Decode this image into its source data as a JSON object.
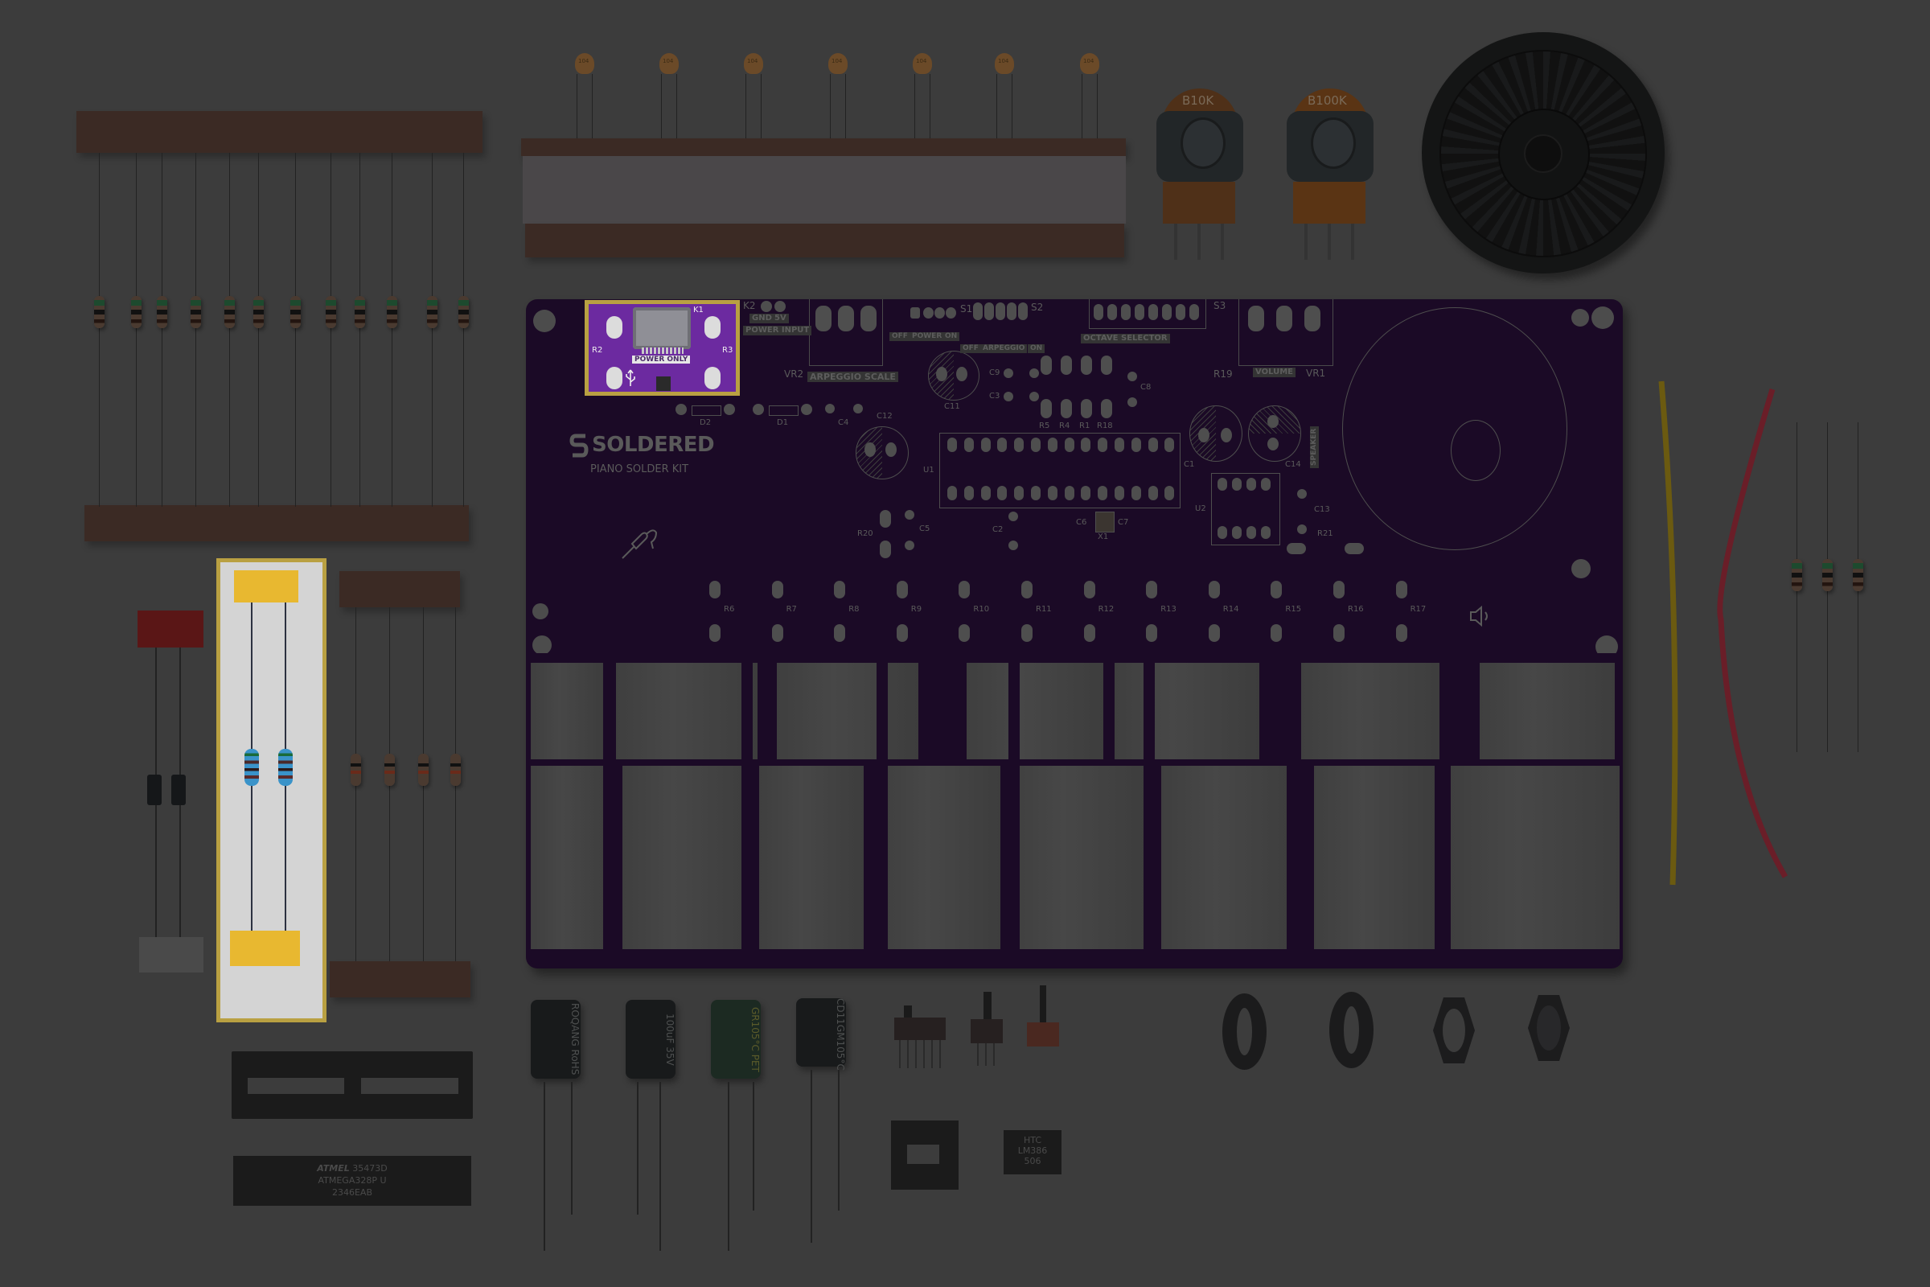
{
  "scene": {
    "background": "#3c3c3c",
    "highlight_color": "#b9a042",
    "pcb_color": "#1b0a26",
    "pcb_active_color": "#6c2aa0"
  },
  "pcb": {
    "brand": "SOLDERED",
    "product": "PIANO SOLDER KIT",
    "usb_section": {
      "label": "POWER ONLY",
      "r_left": "R2",
      "r_right": "R3",
      "k1": "K1"
    },
    "labels": {
      "k2": "K2",
      "gnd": "GND",
      "v5": "5V",
      "power_input": "POWER INPUT",
      "arpeggio_scale": "ARPEGGIO SCALE",
      "vr2": "VR2",
      "s1": "S1",
      "s2": "S2",
      "s3": "S3",
      "off1": "OFF",
      "power": "POWER",
      "on1": "ON",
      "off2": "OFF",
      "arpeggio": "ARPEGGIO",
      "on2": "ON",
      "octave_selector": "OCTAVE SELECTOR",
      "volume": "VOLUME",
      "vr1": "VR1",
      "speaker": "SPEAKER",
      "d1": "D1",
      "d2": "D2",
      "c4": "C4",
      "c12": "C12",
      "c11": "C11",
      "c9": "C9",
      "c3": "C3",
      "c8": "C8",
      "r5": "R5",
      "r4": "R4",
      "r1": "R1",
      "r18": "R18",
      "r19": "R19",
      "c1": "C1",
      "c14": "C14",
      "u1": "U1",
      "u2": "U2",
      "c13": "C13",
      "r21": "R21",
      "r20": "R20",
      "c5": "C5",
      "c2": "C2",
      "c6": "C6",
      "c7": "C7",
      "x1": "X1"
    },
    "key_resistors": [
      "R6",
      "R7",
      "R8",
      "R9",
      "R10",
      "R11",
      "R12",
      "R13",
      "R14",
      "R15",
      "R16",
      "R17"
    ]
  },
  "parts": {
    "pot_left": "B10K",
    "pot_right": "B100K",
    "ceramic_cap_marking": "104",
    "electrolytic_caps": [
      "ROQANG RoHS",
      "100uF 35V",
      "GR105°C PET",
      "CD11GM105°C"
    ],
    "ic_main": {
      "brand": "ATMEL",
      "lot": "35473D",
      "part": "ATMEGA328P U",
      "code": "2346EAB"
    },
    "ic_small": {
      "brand": "HTC",
      "part": "LM386",
      "code": "506"
    }
  },
  "highlights": [
    "usb-power-section",
    "blue-resistor-pair"
  ]
}
